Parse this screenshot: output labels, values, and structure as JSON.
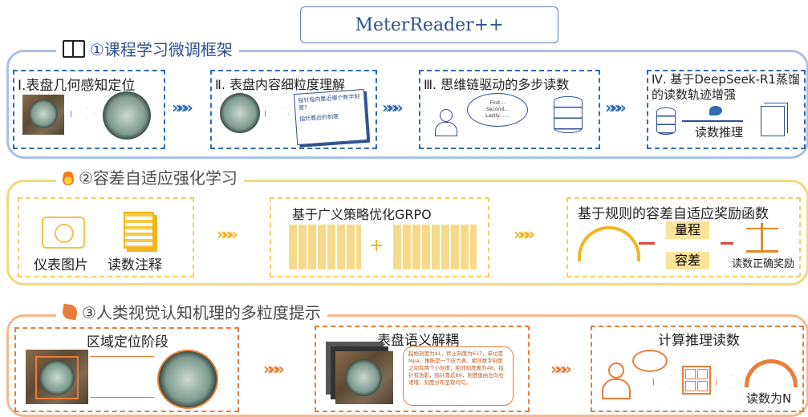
{
  "header": {
    "title": "MeterReader++"
  },
  "section1": {
    "title": "①课程学习微调框架",
    "steps": [
      {
        "label": "Ⅰ.表盘几何感知定位"
      },
      {
        "label": "Ⅱ. 表盘内容细粒度理解",
        "doc_text1": "指针指向靠近哪个数字刻度?",
        "doc_text2": "指针靠近的刻度"
      },
      {
        "label": "Ⅲ. 思维链驱动的多步读数",
        "cloud_text": "First… Second… Lastly……"
      },
      {
        "label": "Ⅳ. 基于DeepSeek-R1蒸馏的读数轨迹增强",
        "sub": "读数推理"
      }
    ]
  },
  "section2": {
    "title": "②容差自适应强化学习",
    "box1": {
      "img_label": "仪表图片",
      "ann_label": "读数注释"
    },
    "box2": {
      "title": "基于广义策略优化GRPO",
      "plus": "+"
    },
    "box3": {
      "title": "基于规则的容差自适应奖励函数",
      "range": "量程",
      "tolerance": "容差",
      "reward": "读数正确奖励"
    }
  },
  "section3": {
    "title": "③人类视觉认知机理的多粒度提示",
    "box1": {
      "title": "区域定位阶段"
    },
    "box2": {
      "title": "表盘语义解耦",
      "card_text": "起始刻度为41，终止刻度为617，单位是Mpa，推断是一个压力表。相邻数字刻度之间有两个小刻度，相邻刻度差为48，指针有伪影，指针靠近89，刻度值由左向右递增，刻度分布呈现均匀。"
    },
    "box3": {
      "title": "计算推理读数",
      "result": "读数为N"
    }
  },
  "arrow_glyph": "»»»",
  "colors": {
    "blue": "#2e6bb0",
    "yellow": "#f2cf6a",
    "orange": "#ea7c3a"
  }
}
